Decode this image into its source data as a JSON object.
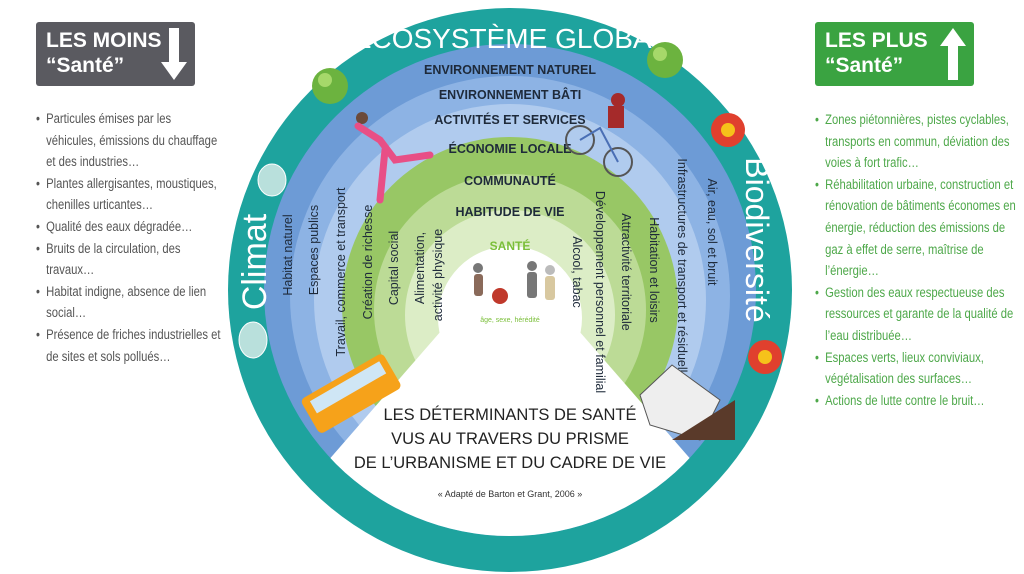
{
  "left_panel": {
    "badge_line1": "LES MOINS",
    "badge_line2": "“Santé”",
    "arrow_icon": "arrow-down",
    "color": "#5a5a60",
    "items": [
      "Particules émises par les véhicules, émissions du chauffage et des industries…",
      "Plantes allergisantes, moustiques, chenilles urticantes…",
      "Qualité des eaux dégradée…",
      "Bruits de la circulation, des travaux…",
      "Habitat indigne, absence de lien social…",
      "Présence de friches industrielles et de sites et sols pollués…"
    ]
  },
  "right_panel": {
    "badge_line1": "LES PLUS",
    "badge_line2": "“Santé”",
    "arrow_icon": "arrow-up",
    "color": "#3aa341",
    "items": [
      "Zones piétonnières, pistes cyclables, transports en commun, déviation des voies à fort trafic…",
      "Réhabilitation urbaine, construction et rénovation de bâtiments économes en énergie, réduction des émissions de gaz à effet de serre, maîtrise de l’énergie…",
      "Gestion des eaux respectueuse des ressources et garante de la qualité de l’eau distribuée…",
      "Espaces verts, lieux conviviaux, végétalisation des surfaces…",
      "Actions de lutte contre le bruit…"
    ]
  },
  "wheel": {
    "outer_title": "ÉCOSYSTÈME GLOBAL",
    "left_label": "Climat",
    "right_label": "Biodiversité",
    "rings": {
      "env_naturel": "ENVIRONNEMENT NATUREL",
      "env_bati": "ENVIRONNEMENT BÂTI",
      "activites": "ACTIVITÉS ET SERVICES",
      "economie": "ÉCONOMIE LOCALE",
      "communaute": "COMMUNAUTÉ",
      "habitude": "HABITUDE DE VIE"
    },
    "left_factors": [
      "Habitat naturel",
      "Espaces publics",
      "Travail, commerce et transport",
      "Création de richesse",
      "Capital social",
      "Alimentation,",
      "activité physique"
    ],
    "right_factors": [
      "Alcool, tabac",
      "Développement personnel et familial",
      "Attractivité territoriale",
      "Habitation et loisirs",
      "Infrastructures de transport et résiduelles",
      "Air, eau, sol et bruit"
    ],
    "center_title": "SANTÉ",
    "center_sub": "âge, sexe, hérédité",
    "colors": {
      "teal": "#1ea39e",
      "blue1": "#6d9bd6",
      "blue2": "#8db3e4",
      "blue3": "#b0cbee",
      "green1": "#98c765",
      "green2": "#bcdb96",
      "green3": "#dcedc6"
    }
  },
  "bottom": {
    "title_lines": [
      "LES DÉTERMINANTS DE SANTÉ",
      "VUS AU TRAVERS DU PRISME",
      "DE L’URBANISME ET DU CADRE DE VIE"
    ],
    "source": "« Adapté de Barton et Grant, 2006 »"
  }
}
